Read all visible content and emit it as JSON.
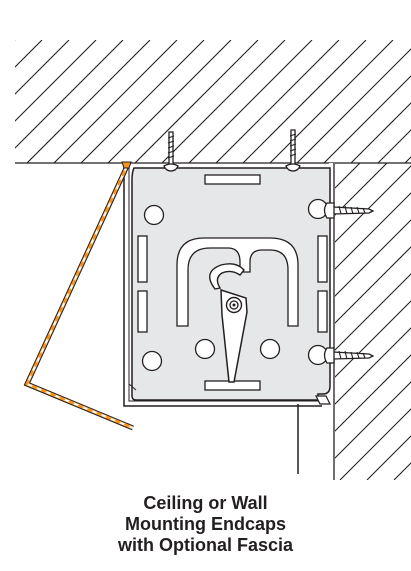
{
  "caption": {
    "line1": "Ceiling or Wall",
    "line2": "Mounting Endcaps",
    "line3": "with Optional Fascia"
  },
  "colors": {
    "ink": "#231f20",
    "plate_fill": "#e6e7e8",
    "fascia": "#f7941d",
    "background": "#ffffff"
  },
  "icons": {
    "screw": "screw-icon",
    "hook": "hook-icon"
  }
}
